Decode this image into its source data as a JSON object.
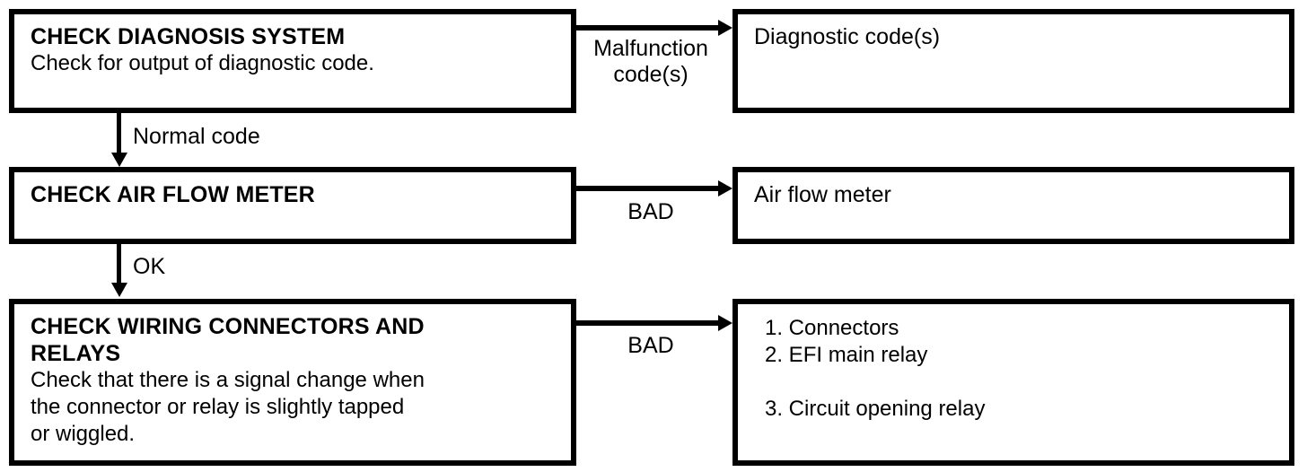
{
  "diagram": {
    "type": "troubleshooting-flowchart",
    "steps": [
      {
        "id": "check-diagnosis-system",
        "title": "CHECK DIAGNOSIS SYSTEM",
        "body": "Check for output of diagnostic code.",
        "branch_label": "Malfunction\ncode(s)",
        "next_label": "Normal code",
        "result_title": "Diagnostic code(s)",
        "result_items": []
      },
      {
        "id": "check-air-flow-meter",
        "title": "CHECK AIR FLOW METER",
        "body": "",
        "branch_label": "BAD",
        "next_label": "OK",
        "result_title": "Air flow meter",
        "result_items": []
      },
      {
        "id": "check-wiring-connectors-and-relays",
        "title": "CHECK WIRING CONNECTORS AND\nRELAYS",
        "body": "Check that there is a signal change when\nthe connector or relay is slightly tapped\nor wiggled.",
        "branch_label": "BAD",
        "next_label": "",
        "result_title": "",
        "result_items": [
          "1. Connectors",
          "2. EFI main relay",
          "3. Circuit opening relay"
        ]
      }
    ],
    "colors": {
      "stroke": "#000000",
      "background": "#ffffff",
      "text": "#000000"
    }
  }
}
